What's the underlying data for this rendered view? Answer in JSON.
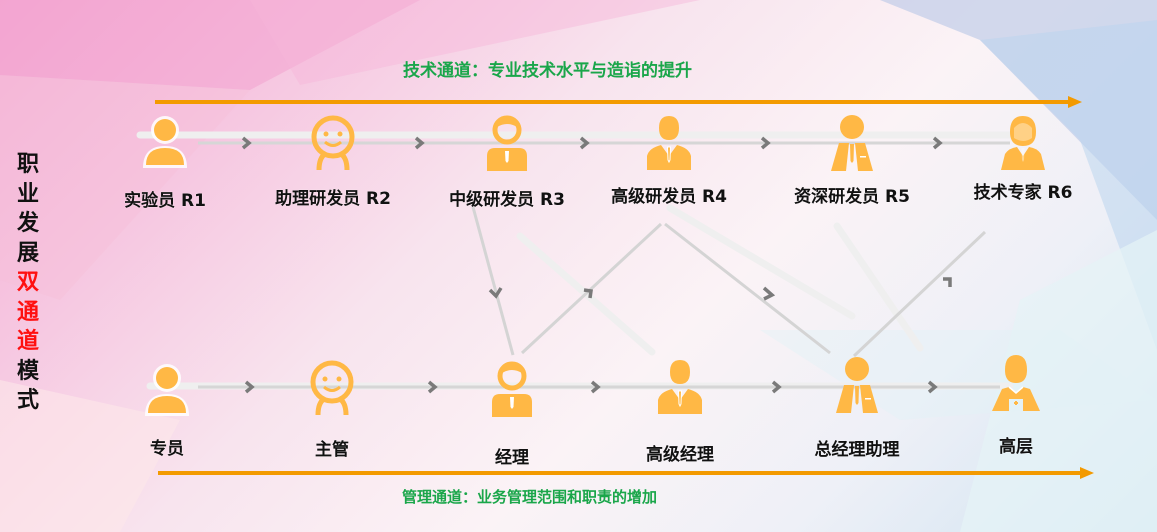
{
  "side_title": {
    "part1": "职业发展",
    "part2": "双通道",
    "part3": "模式"
  },
  "technical_lane": {
    "title": "技术通道：专业技术水平与造诣的提升",
    "nodes": [
      {
        "label": "实验员 R1",
        "icon": "person-silhouette-icon"
      },
      {
        "label": "助理研发员 R2",
        "icon": "smiling-face-icon"
      },
      {
        "label": "中级研发员 R3",
        "icon": "office-worker-icon"
      },
      {
        "label": "高级研发员 R4",
        "icon": "businessman-icon"
      },
      {
        "label": "资深研发员 R5",
        "icon": "suit-person-icon"
      },
      {
        "label": "技术专家 R6",
        "icon": "expert-icon"
      }
    ]
  },
  "management_lane": {
    "title": "管理通道：业务管理范围和职责的增加",
    "nodes": [
      {
        "label": "专员",
        "icon": "person-silhouette-icon"
      },
      {
        "label": "主管",
        "icon": "smiling-face-icon"
      },
      {
        "label": "经理",
        "icon": "office-worker-icon"
      },
      {
        "label": "高级经理",
        "icon": "businessman-icon"
      },
      {
        "label": "总经理助理",
        "icon": "suit-person-icon"
      },
      {
        "label": "高层",
        "icon": "executive-icon"
      }
    ]
  },
  "colors": {
    "arrow": "#f39a00",
    "icon": "#ffb845",
    "lane_title": "#1aa64a",
    "accent_red": "#ff1010",
    "connector": "#d4d4d4",
    "chevron": "#7a7a7a"
  }
}
